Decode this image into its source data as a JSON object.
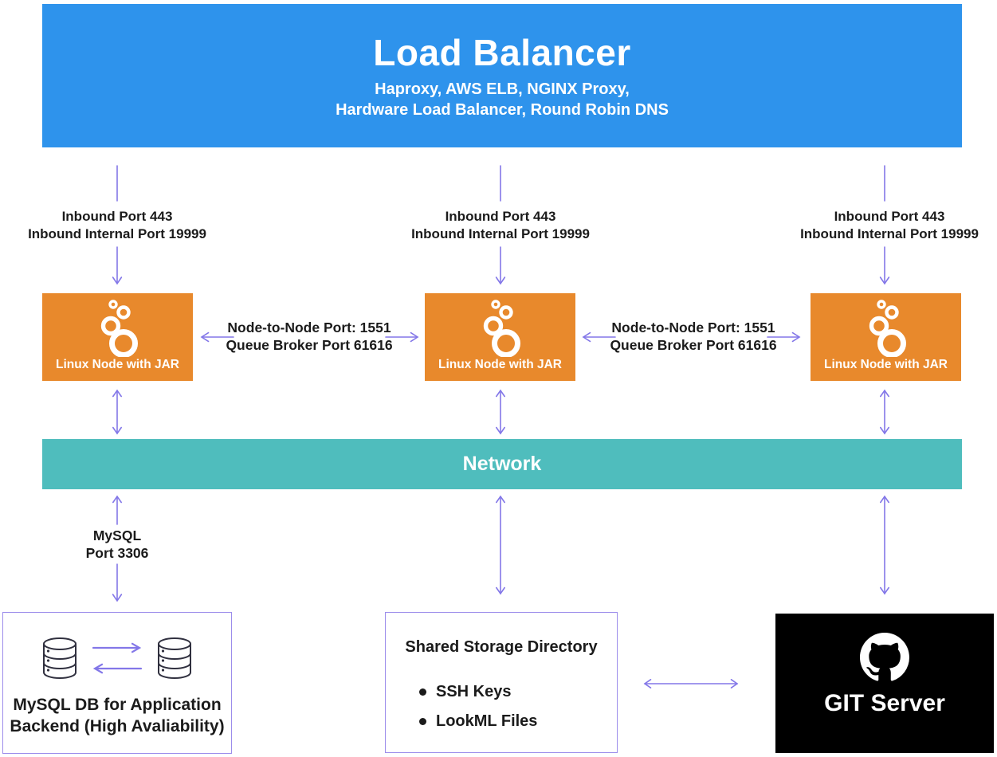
{
  "diagram": {
    "load_balancer": {
      "title": "Load Balancer",
      "subtitle_line1": "Haproxy, AWS ELB, NGINX Proxy,",
      "subtitle_line2": "Hardware Load Balancer, Round Robin DNS"
    },
    "inbound": {
      "line1": "Inbound Port 443",
      "line2": "Inbound Internal Port 19999"
    },
    "node": {
      "label": "Linux Node with JAR"
    },
    "node_to_node": {
      "line1": "Node-to-Node Port: 1551",
      "line2": "Queue Broker Port 61616"
    },
    "network": {
      "label": "Network"
    },
    "mysql_link": {
      "line1": "MySQL",
      "line2": "Port 3306"
    },
    "mysql_db": {
      "caption_line1": "MySQL DB for Application",
      "caption_line2": "Backend (High Avaliability)"
    },
    "shared_storage": {
      "title": "Shared Storage Directory",
      "items": [
        "SSH Keys",
        "LookML Files"
      ]
    },
    "git": {
      "label": "GIT Server"
    },
    "icons": {
      "node_icon": "looker-icon",
      "db_icon": "database-icon",
      "git_icon": "github-icon"
    },
    "colors": {
      "load_balancer_blue": "#2E93EC",
      "node_orange": "#E8892C",
      "network_teal": "#4FBDBD",
      "arrow_purple": "#8377E8",
      "box_border_purple": "#9C8DEB",
      "git_black": "#000000",
      "text_dark": "#1B1B1B"
    }
  }
}
